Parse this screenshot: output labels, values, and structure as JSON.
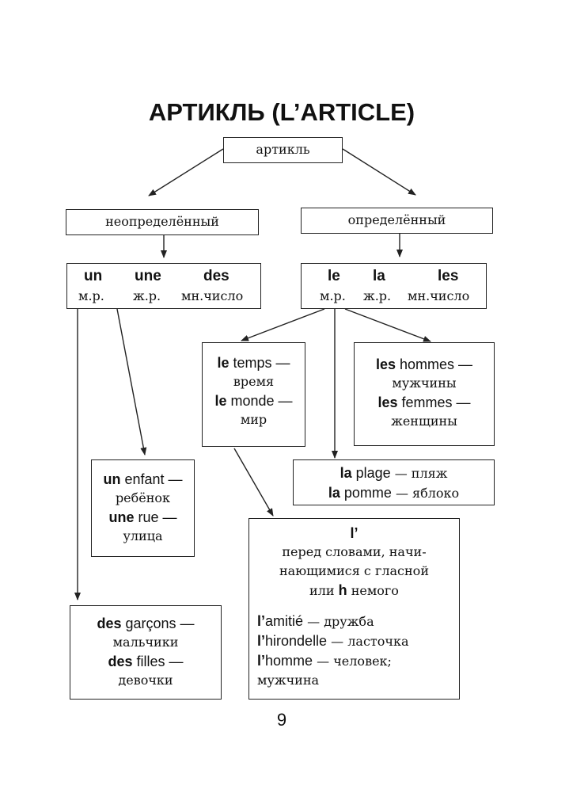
{
  "title": "АРТИКЛЬ (L’ARTICLE)",
  "root": {
    "label": "артикль"
  },
  "indefinite": {
    "label": "неопределённый",
    "articles": [
      "un",
      "une",
      "des"
    ],
    "genders": [
      "м.р.",
      "ж.р.",
      "мн.число"
    ],
    "example_sg": {
      "lines": [
        {
          "article": "un",
          "word": " enfant —"
        },
        {
          "translation": "ребёнок"
        },
        {
          "article": "une",
          "word": " rue —"
        },
        {
          "translation": "улица"
        }
      ]
    },
    "example_pl": {
      "lines": [
        {
          "article": "des",
          "word": " garçons —"
        },
        {
          "translation": "мальчики"
        },
        {
          "article": "des",
          "word": " filles —"
        },
        {
          "translation": "девочки"
        }
      ]
    }
  },
  "definite": {
    "label": "определённый",
    "articles": [
      "le",
      "la",
      "les"
    ],
    "genders": [
      "м.р.",
      "ж.р.",
      "мн.число"
    ],
    "example_le": {
      "lines": [
        {
          "article": "le",
          "word": " temps —"
        },
        {
          "translation": "время"
        },
        {
          "article": "le",
          "word": " monde —"
        },
        {
          "translation": "мир"
        }
      ]
    },
    "example_les": {
      "lines": [
        {
          "article": "les",
          "word": " hommes —"
        },
        {
          "translation": "мужчины"
        },
        {
          "article": "les",
          "word": " femmes —"
        },
        {
          "translation": "женщины"
        }
      ]
    },
    "example_la": {
      "lines": [
        {
          "article": "la",
          "word": " plage",
          "translation": " — пляж"
        },
        {
          "article": "la",
          "word": " pomme",
          "translation": " — яблоко"
        }
      ]
    },
    "elision": {
      "heading": "l’",
      "rule_lines": [
        "перед словами, начи-",
        "нающимися с гласной"
      ],
      "rule_last_prefix": "или ",
      "rule_last_bold": "h",
      "rule_last_suffix": " немого",
      "examples": [
        {
          "article": "l’",
          "word": "amitié",
          "translation": " — дружба"
        },
        {
          "article": "l’",
          "word": "hirondelle",
          "translation": " — ласточка"
        },
        {
          "article": "l’",
          "word": "homme",
          "translation": " — человек;"
        }
      ],
      "last_line": "мужчина"
    }
  },
  "page_number": "9"
}
